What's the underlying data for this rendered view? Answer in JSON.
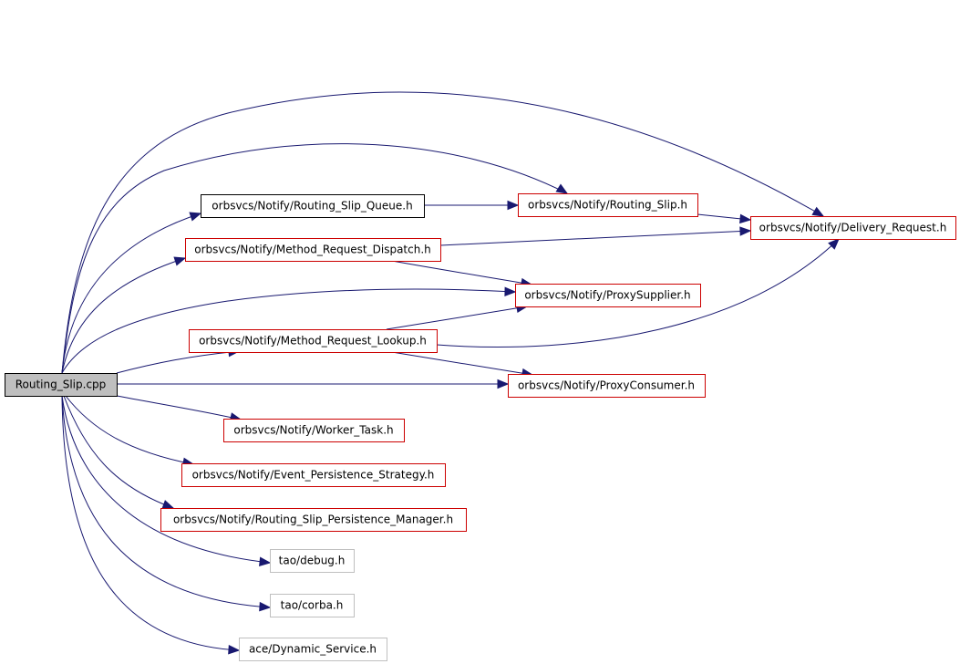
{
  "colors": {
    "edge": "#191970",
    "border_red": "#cc0000",
    "border_black": "#000000",
    "border_gray": "#bfbfbf",
    "root_fill": "#bfbfbf"
  },
  "nodes": [
    {
      "id": "routing-slip-cpp",
      "label": "Routing_Slip.cpp",
      "style": "root"
    },
    {
      "id": "routing-slip-queue-h",
      "label": "orbsvcs/Notify/Routing_Slip_Queue.h",
      "style": "black"
    },
    {
      "id": "routing-slip-h",
      "label": "orbsvcs/Notify/Routing_Slip.h",
      "style": "red"
    },
    {
      "id": "delivery-request-h",
      "label": "orbsvcs/Notify/Delivery_Request.h",
      "style": "red"
    },
    {
      "id": "method-request-dispatch-h",
      "label": "orbsvcs/Notify/Method_Request_Dispatch.h",
      "style": "red"
    },
    {
      "id": "proxy-supplier-h",
      "label": "orbsvcs/Notify/ProxySupplier.h",
      "style": "red"
    },
    {
      "id": "method-request-lookup-h",
      "label": "orbsvcs/Notify/Method_Request_Lookup.h",
      "style": "red"
    },
    {
      "id": "proxy-consumer-h",
      "label": "orbsvcs/Notify/ProxyConsumer.h",
      "style": "red"
    },
    {
      "id": "worker-task-h",
      "label": "orbsvcs/Notify/Worker_Task.h",
      "style": "red"
    },
    {
      "id": "event-persistence-strategy-h",
      "label": "orbsvcs/Notify/Event_Persistence_Strategy.h",
      "style": "red"
    },
    {
      "id": "routing-slip-persistence-manager-h",
      "label": "orbsvcs/Notify/Routing_Slip_Persistence_Manager.h",
      "style": "red"
    },
    {
      "id": "tao-debug-h",
      "label": "tao/debug.h",
      "style": "gray"
    },
    {
      "id": "tao-corba-h",
      "label": "tao/corba.h",
      "style": "gray"
    },
    {
      "id": "ace-dynamic-service-h",
      "label": "ace/Dynamic_Service.h",
      "style": "gray"
    }
  ],
  "edges": [
    {
      "from": "routing-slip-cpp",
      "to": "delivery-request-h"
    },
    {
      "from": "routing-slip-cpp",
      "to": "routing-slip-h"
    },
    {
      "from": "routing-slip-cpp",
      "to": "routing-slip-queue-h"
    },
    {
      "from": "routing-slip-cpp",
      "to": "method-request-dispatch-h"
    },
    {
      "from": "routing-slip-cpp",
      "to": "proxy-supplier-h"
    },
    {
      "from": "routing-slip-cpp",
      "to": "method-request-lookup-h"
    },
    {
      "from": "routing-slip-cpp",
      "to": "proxy-consumer-h"
    },
    {
      "from": "routing-slip-cpp",
      "to": "worker-task-h"
    },
    {
      "from": "routing-slip-cpp",
      "to": "event-persistence-strategy-h"
    },
    {
      "from": "routing-slip-cpp",
      "to": "routing-slip-persistence-manager-h"
    },
    {
      "from": "routing-slip-cpp",
      "to": "tao-debug-h"
    },
    {
      "from": "routing-slip-cpp",
      "to": "tao-corba-h"
    },
    {
      "from": "routing-slip-cpp",
      "to": "ace-dynamic-service-h"
    },
    {
      "from": "routing-slip-queue-h",
      "to": "routing-slip-h"
    },
    {
      "from": "routing-slip-h",
      "to": "delivery-request-h"
    },
    {
      "from": "method-request-dispatch-h",
      "to": "delivery-request-h"
    },
    {
      "from": "method-request-dispatch-h",
      "to": "proxy-supplier-h"
    },
    {
      "from": "method-request-lookup-h",
      "to": "proxy-supplier-h"
    },
    {
      "from": "method-request-lookup-h",
      "to": "delivery-request-h"
    },
    {
      "from": "method-request-lookup-h",
      "to": "proxy-consumer-h"
    }
  ]
}
